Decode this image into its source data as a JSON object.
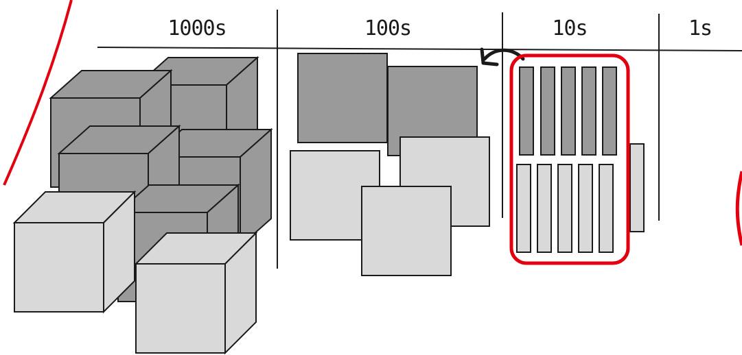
{
  "columns": [
    {
      "label": "1000s"
    },
    {
      "label": "100s"
    },
    {
      "label": "10s"
    },
    {
      "label": "1s"
    }
  ],
  "colors": {
    "dark_block": "#9a9a9a",
    "light_block": "#d9d9d9",
    "outline": "#1a1a1a",
    "highlight": "#e3000f"
  },
  "icons": {
    "regroup_arrow": "curved-arrow-left-icon"
  }
}
